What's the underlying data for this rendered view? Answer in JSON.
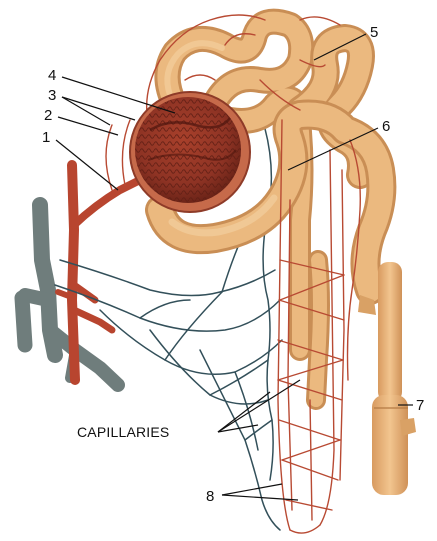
{
  "labels": {
    "n1": "1",
    "n2": "2",
    "n3": "3",
    "n4": "4",
    "n5": "5",
    "n6": "6",
    "n7": "7",
    "n8": "8",
    "capillaries": "CAPILLARIES"
  },
  "colors": {
    "tubule": "#e9b77d",
    "tubule_shade": "#c98e55",
    "artery": "#b8452f",
    "vein": "#6f7d7c",
    "glomerulus": "#8e3324",
    "capillary_blue": "#33505a"
  }
}
